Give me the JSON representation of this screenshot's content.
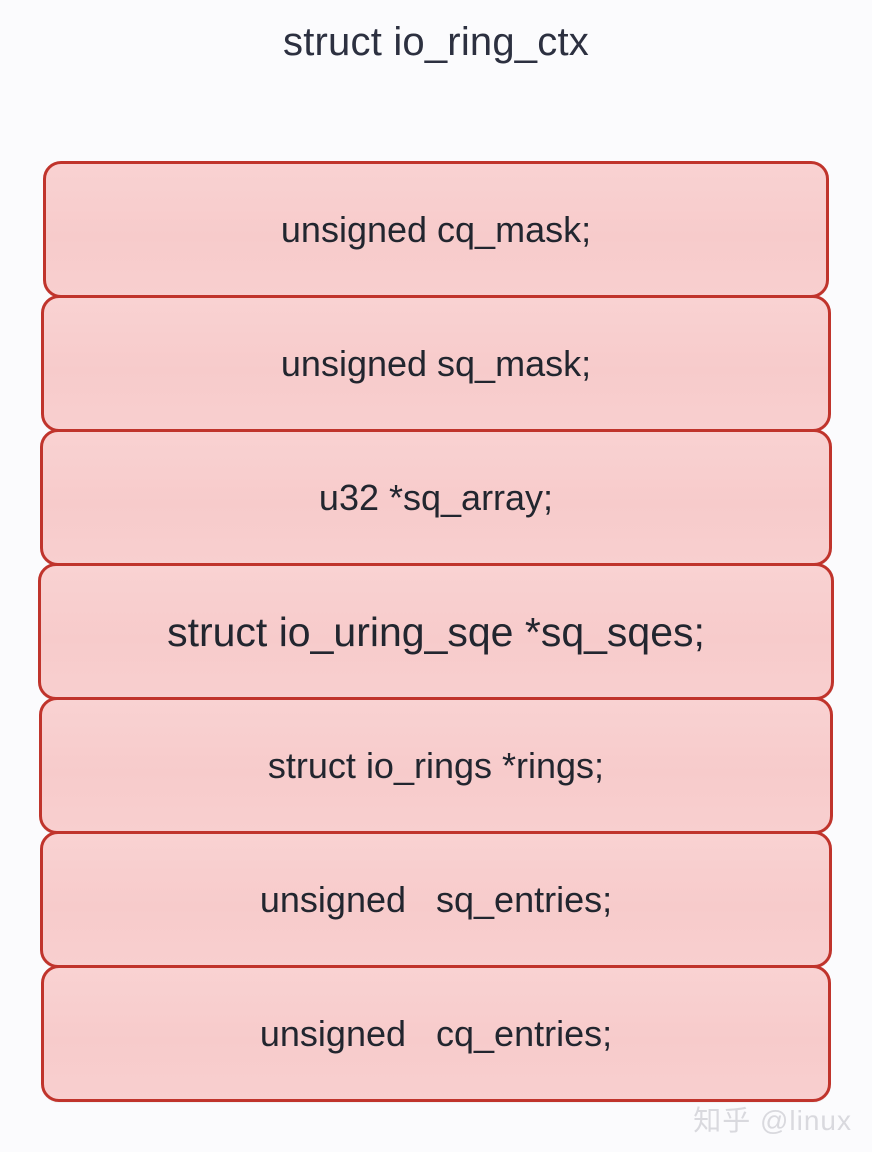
{
  "diagram": {
    "title": "struct io_ring_ctx",
    "type": "struct-layout",
    "fields": [
      {
        "text": "unsigned cq_mask;",
        "emphasis": "normal"
      },
      {
        "text": "unsigned sq_mask;",
        "emphasis": "normal"
      },
      {
        "text": "u32 *sq_array;",
        "emphasis": "normal"
      },
      {
        "text": "struct io_uring_sqe *sq_sqes;",
        "emphasis": "big"
      },
      {
        "text": "struct io_rings *rings;",
        "emphasis": "normal"
      },
      {
        "text": "unsigned   sq_entries;",
        "emphasis": "normal"
      },
      {
        "text": "unsigned   cq_entries;",
        "emphasis": "normal"
      }
    ]
  },
  "colors": {
    "background": "#fbfbfd",
    "box_fill": "#f8cdcd",
    "box_border": "#c0342c",
    "text": "#22262f",
    "title_text": "#2c3040",
    "watermark": "#d9d9de"
  },
  "watermark": {
    "text": "知乎 @linux"
  }
}
